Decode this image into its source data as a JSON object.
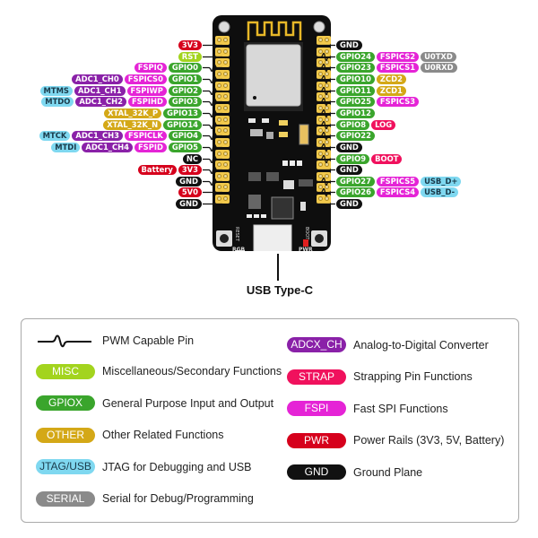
{
  "colors": {
    "pwr": "#d6001c",
    "misc": "#a3d41e",
    "gpio": "#3aa52c",
    "fspi": "#e524d6",
    "adc": "#8a21a8",
    "jtag": "#7fd8f0",
    "other": "#d4a817",
    "strap": "#f0115d",
    "gnd": "#111111",
    "serial": "#8a8a8a",
    "nc": "#111111"
  },
  "left_pins": [
    {
      "pwm": false,
      "tags": [
        {
          "text": "3V3",
          "type": "pwr"
        }
      ]
    },
    {
      "pwm": false,
      "tags": [
        {
          "text": "RST",
          "type": "misc"
        }
      ]
    },
    {
      "pwm": true,
      "tags": [
        {
          "text": "GPIO0",
          "type": "gpio"
        },
        {
          "text": "FSPIQ",
          "type": "fspi"
        }
      ]
    },
    {
      "pwm": true,
      "tags": [
        {
          "text": "GPIO1",
          "type": "gpio"
        },
        {
          "text": "FSPICS0",
          "type": "fspi"
        },
        {
          "text": "ADC1_CH0",
          "type": "adc"
        }
      ]
    },
    {
      "pwm": true,
      "tags": [
        {
          "text": "GPIO2",
          "type": "gpio"
        },
        {
          "text": "FSPIWP",
          "type": "fspi"
        },
        {
          "text": "ADC1_CH1",
          "type": "adc"
        },
        {
          "text": "MTMS",
          "type": "jtag"
        }
      ]
    },
    {
      "pwm": true,
      "tags": [
        {
          "text": "GPIO3",
          "type": "gpio"
        },
        {
          "text": "FSPIHD",
          "type": "fspi"
        },
        {
          "text": "ADC1_CH2",
          "type": "adc"
        },
        {
          "text": "MTDO",
          "type": "jtag"
        }
      ]
    },
    {
      "pwm": true,
      "tags": [
        {
          "text": "GPIO13",
          "type": "gpio"
        },
        {
          "text": "XTAL_32K_P",
          "type": "other"
        }
      ]
    },
    {
      "pwm": true,
      "tags": [
        {
          "text": "GPIO14",
          "type": "gpio"
        },
        {
          "text": "XTAL_32K_N",
          "type": "other"
        }
      ]
    },
    {
      "pwm": true,
      "tags": [
        {
          "text": "GPIO4",
          "type": "gpio"
        },
        {
          "text": "FSPICLK",
          "type": "fspi"
        },
        {
          "text": "ADC1_CH3",
          "type": "adc"
        },
        {
          "text": "MTCK",
          "type": "jtag"
        }
      ]
    },
    {
      "pwm": true,
      "tags": [
        {
          "text": "GPIO5",
          "type": "gpio"
        },
        {
          "text": "FSPID",
          "type": "fspi"
        },
        {
          "text": "ADC1_CH4",
          "type": "adc"
        },
        {
          "text": "MTDI",
          "type": "jtag"
        }
      ]
    },
    {
      "pwm": true,
      "tags": [
        {
          "text": "NC",
          "type": "nc"
        }
      ]
    },
    {
      "pwm": true,
      "tags": [
        {
          "text": "3V3",
          "type": "pwr"
        },
        {
          "text": "Battery",
          "type": "pwr"
        }
      ]
    },
    {
      "pwm": true,
      "tags": [
        {
          "text": "GND",
          "type": "gnd"
        }
      ]
    },
    {
      "pwm": false,
      "tags": [
        {
          "text": "5V0",
          "type": "pwr"
        }
      ]
    },
    {
      "pwm": false,
      "tags": [
        {
          "text": "GND",
          "type": "gnd"
        }
      ]
    }
  ],
  "right_pins": [
    {
      "pwm": false,
      "tags": [
        {
          "text": "GND",
          "type": "gnd"
        }
      ]
    },
    {
      "pwm": true,
      "tags": [
        {
          "text": "GPIO24",
          "type": "gpio"
        },
        {
          "text": "FSPICS2",
          "type": "fspi"
        },
        {
          "text": "U0TXD",
          "type": "serial"
        }
      ]
    },
    {
      "pwm": true,
      "tags": [
        {
          "text": "GPIO23",
          "type": "gpio"
        },
        {
          "text": "FSPICS1",
          "type": "fspi"
        },
        {
          "text": "U0RXD",
          "type": "serial"
        }
      ]
    },
    {
      "pwm": true,
      "tags": [
        {
          "text": "GPIO10",
          "type": "gpio"
        },
        {
          "text": "ZCD2",
          "type": "other"
        }
      ]
    },
    {
      "pwm": true,
      "tags": [
        {
          "text": "GPIO11",
          "type": "gpio"
        },
        {
          "text": "ZCD1",
          "type": "other"
        }
      ]
    },
    {
      "pwm": true,
      "tags": [
        {
          "text": "GPIO25",
          "type": "gpio"
        },
        {
          "text": "FSPICS3",
          "type": "fspi"
        }
      ]
    },
    {
      "pwm": true,
      "tags": [
        {
          "text": "GPIO12",
          "type": "gpio"
        }
      ]
    },
    {
      "pwm": true,
      "tags": [
        {
          "text": "GPIO8",
          "type": "gpio"
        },
        {
          "text": "LOG",
          "type": "strap"
        }
      ]
    },
    {
      "pwm": true,
      "tags": [
        {
          "text": "GPIO22",
          "type": "gpio"
        }
      ]
    },
    {
      "pwm": true,
      "tags": [
        {
          "text": "GND",
          "type": "gnd"
        }
      ]
    },
    {
      "pwm": true,
      "tags": [
        {
          "text": "GPIO9",
          "type": "gpio"
        },
        {
          "text": "BOOT",
          "type": "strap"
        }
      ]
    },
    {
      "pwm": false,
      "tags": [
        {
          "text": "GND",
          "type": "gnd"
        }
      ]
    },
    {
      "pwm": true,
      "tags": [
        {
          "text": "GPIO27",
          "type": "gpio"
        },
        {
          "text": "FSPICS5",
          "type": "fspi"
        },
        {
          "text": "USB_D+",
          "type": "jtag"
        }
      ]
    },
    {
      "pwm": true,
      "tags": [
        {
          "text": "GPIO26",
          "type": "gpio"
        },
        {
          "text": "FSPICS4",
          "type": "fspi"
        },
        {
          "text": "USB_D-",
          "type": "jtag"
        }
      ]
    },
    {
      "pwm": false,
      "tags": [
        {
          "text": "GND",
          "type": "gnd"
        }
      ]
    }
  ],
  "board": {
    "silk_reset": "RESET",
    "silk_boot": "BOOT",
    "silk_rgb": "RGB",
    "silk_pwr": "PWR"
  },
  "usb_label": "USB Type-C",
  "legend": {
    "pwm": {
      "label": "PWM Capable Pin"
    },
    "items": [
      {
        "badge": "MISC",
        "type": "misc",
        "desc": "Miscellaneous/Secondary Functions"
      },
      {
        "badge": "GPIOX",
        "type": "gpio",
        "desc": "General Purpose Input and Output"
      },
      {
        "badge": "OTHER",
        "type": "other",
        "desc": "Other Related Functions"
      },
      {
        "badge": "JTAG/USB",
        "type": "jtag",
        "desc": "JTAG for Debugging and USB"
      },
      {
        "badge": "SERIAL",
        "type": "serial",
        "desc": "Serial for Debug/Programming"
      },
      {
        "badge": "ADCX_CH",
        "type": "adc",
        "desc": "Analog-to-Digital Converter"
      },
      {
        "badge": "STRAP",
        "type": "strap",
        "desc": "Strapping Pin Functions"
      },
      {
        "badge": "FSPI",
        "type": "fspi",
        "desc": "Fast SPI Functions"
      },
      {
        "badge": "PWR",
        "type": "pwr",
        "desc": "Power Rails (3V3, 5V, Battery)"
      },
      {
        "badge": "GND",
        "type": "gnd",
        "desc": "Ground Plane"
      }
    ]
  }
}
